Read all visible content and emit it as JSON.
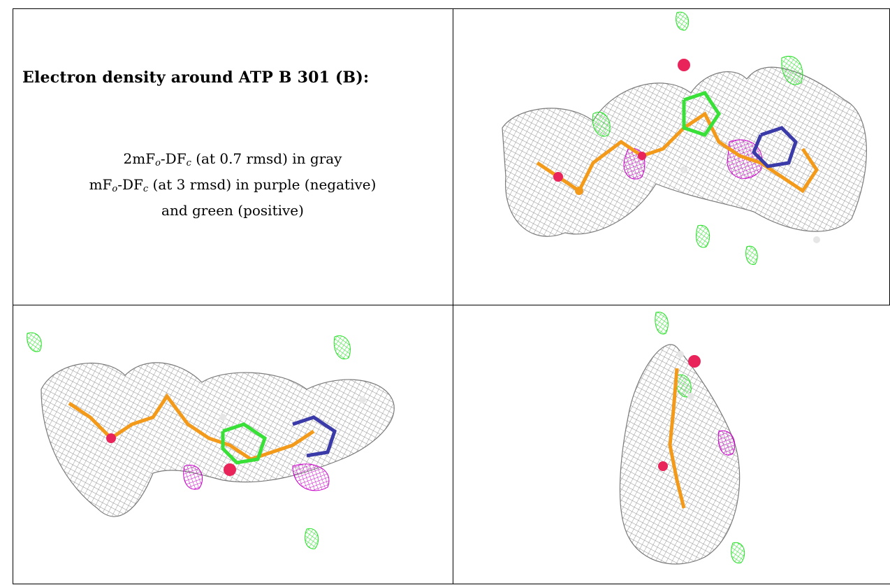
{
  "caption": {
    "title": "Electron density around ATP B 301 (B):",
    "line1": {
      "pre": "2mF",
      "sub1": "o",
      "mid": "-DF",
      "sub2": "c",
      "post": " (at 0.7 rmsd) in gray"
    },
    "line2": {
      "pre": "mF",
      "sub1": "o",
      "mid": "-DF",
      "sub2": "c",
      "post": " (at 3 rmsd) in purple (negative)"
    },
    "line3": "and green (positive)"
  },
  "panels": [
    {
      "name": "view-top-right",
      "description_hidden": true
    },
    {
      "name": "view-bottom-left",
      "description_hidden": true
    },
    {
      "name": "view-bottom-right",
      "description_hidden": true
    }
  ],
  "colors": {
    "mesh_gray": "#8c8c8c",
    "mesh_purple": "#c800c8",
    "mesh_green": "#22e022",
    "atom_red": "#e8245a",
    "atom_orange": "#f39a1a",
    "atom_blue": "#3a3aa8",
    "atom_white": "#e6e6e6",
    "bond_green": "#38e038"
  }
}
